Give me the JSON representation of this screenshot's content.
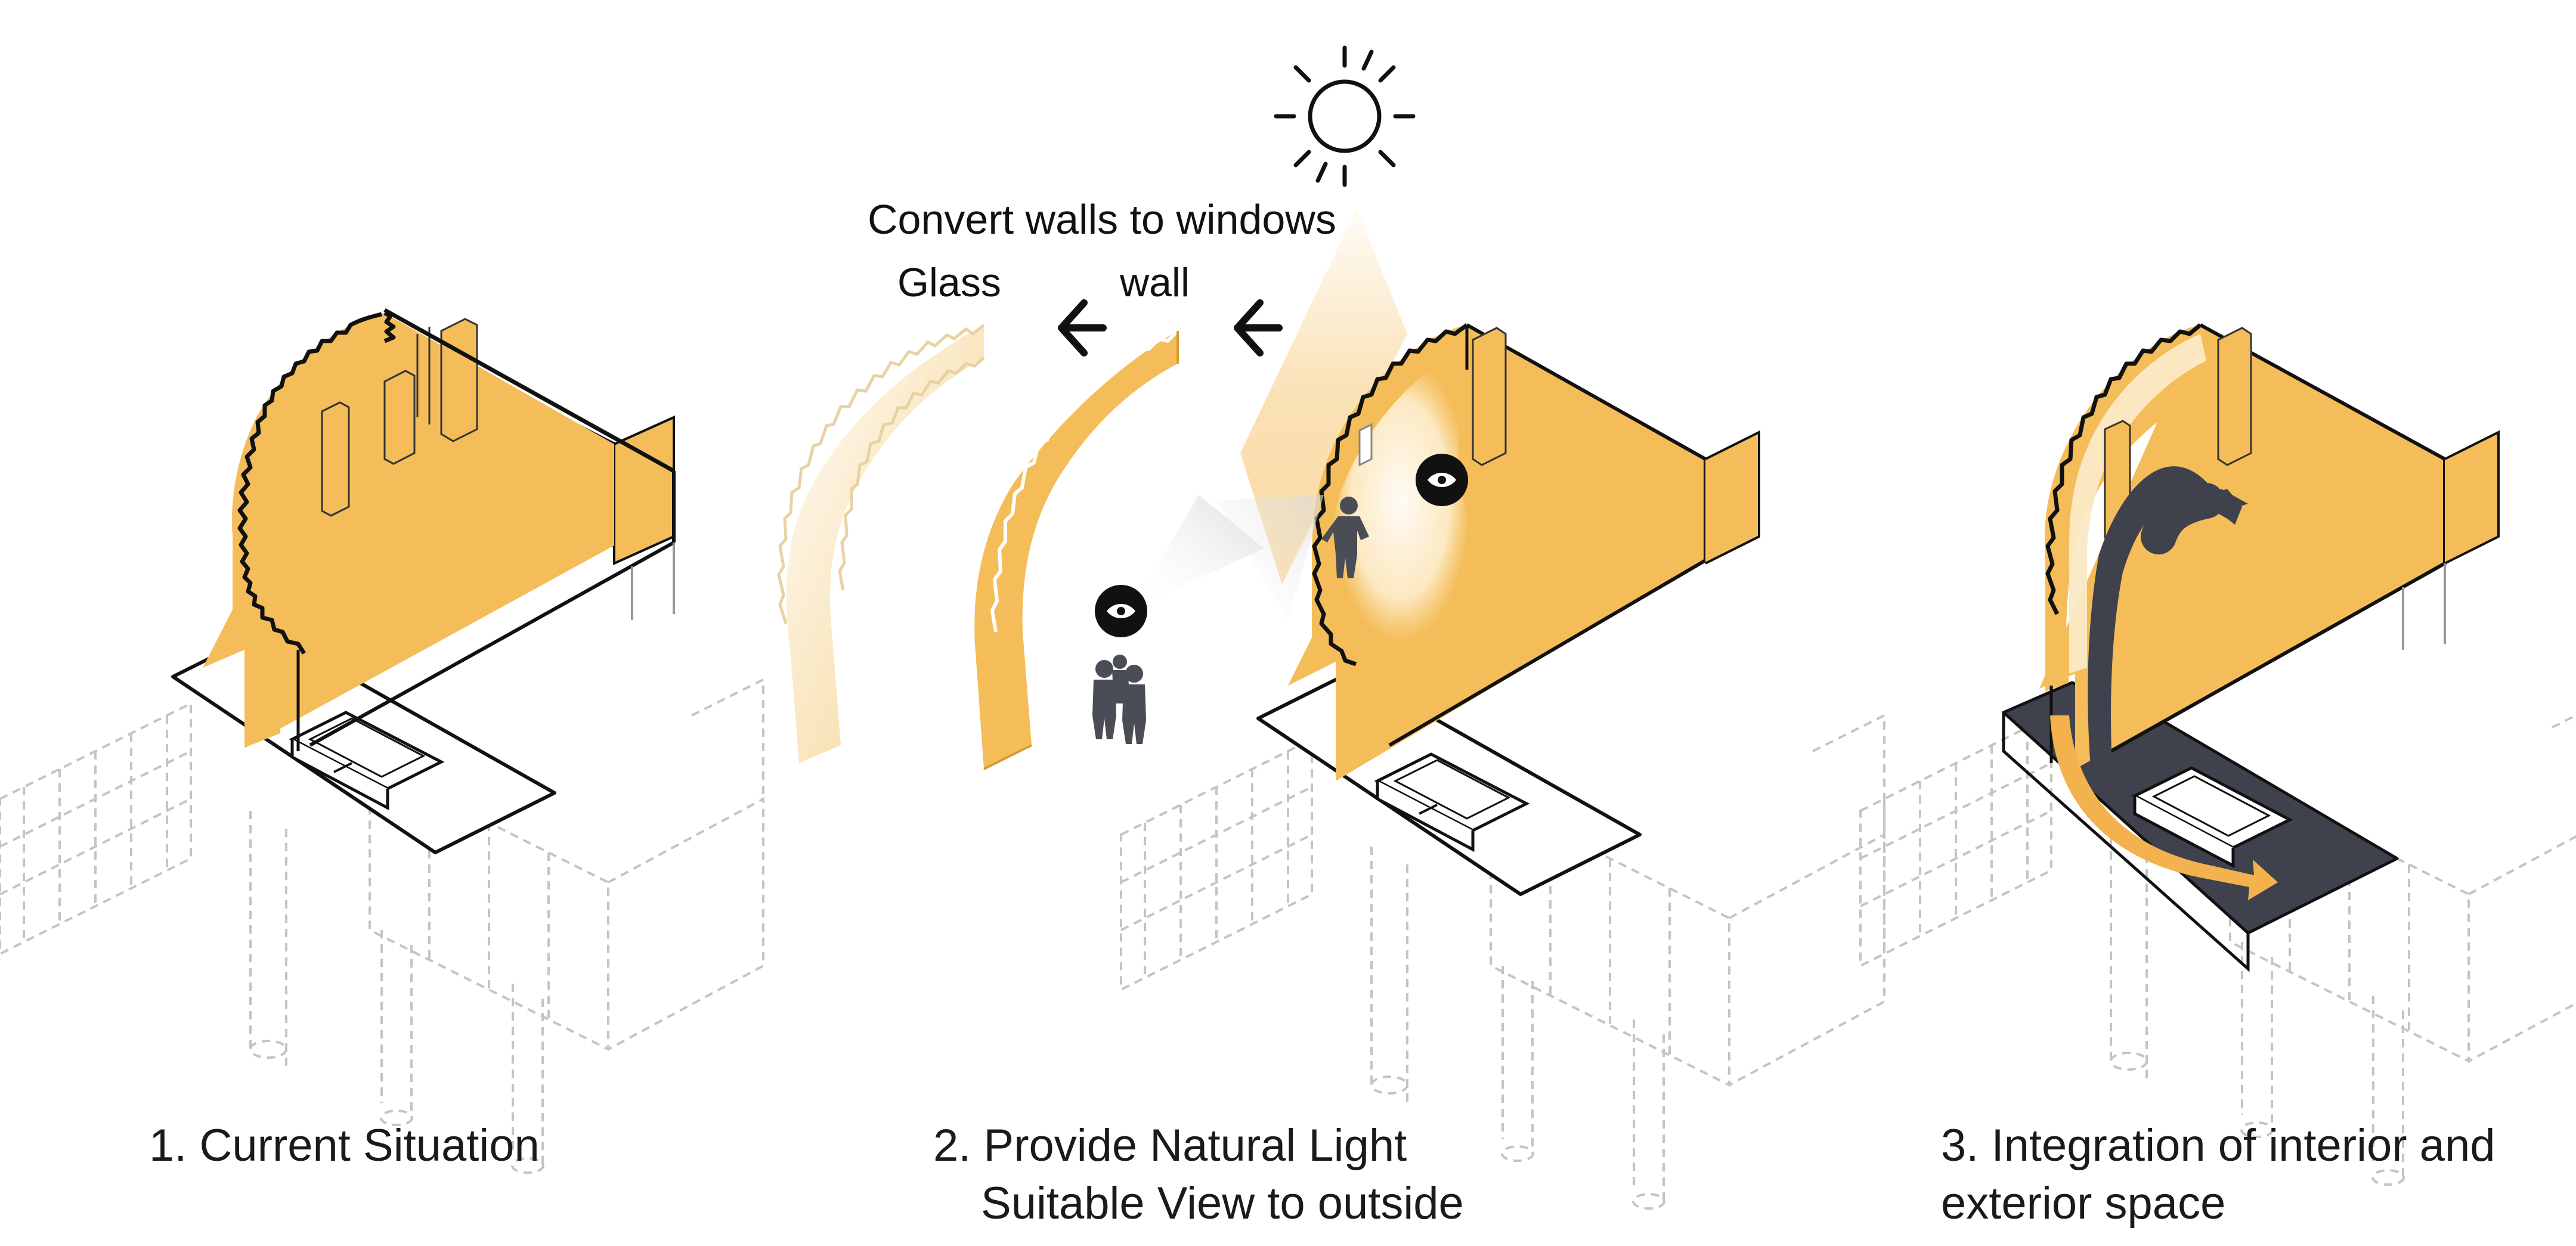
{
  "colors": {
    "wall_fill": "#f4bd5a",
    "wall_light": "#f8dca4",
    "glass_fill": "#fbe9c6",
    "dark_fill": "#3f414c",
    "arrow_orange": "#f4b24e",
    "outline": "#111111",
    "ghost_lines": "#bdbdbd",
    "background": "#ffffff"
  },
  "icons": {
    "sun": "sun-icon",
    "eye": "eye-icon",
    "arrow": "arrow-left-icon",
    "people": "person-icon"
  },
  "annotations": {
    "convert_label": "Convert walls to windows",
    "glass_label": "Glass",
    "wall_label": "wall"
  },
  "panels": [
    {
      "caption_line1": "1. Current Situation",
      "caption_line2": ""
    },
    {
      "caption_line1": "2. Provide Natural Light",
      "caption_line2": "Suitable View to outside"
    },
    {
      "caption_line1": "3. Integration of interior and",
      "caption_line2": "exterior space"
    }
  ]
}
